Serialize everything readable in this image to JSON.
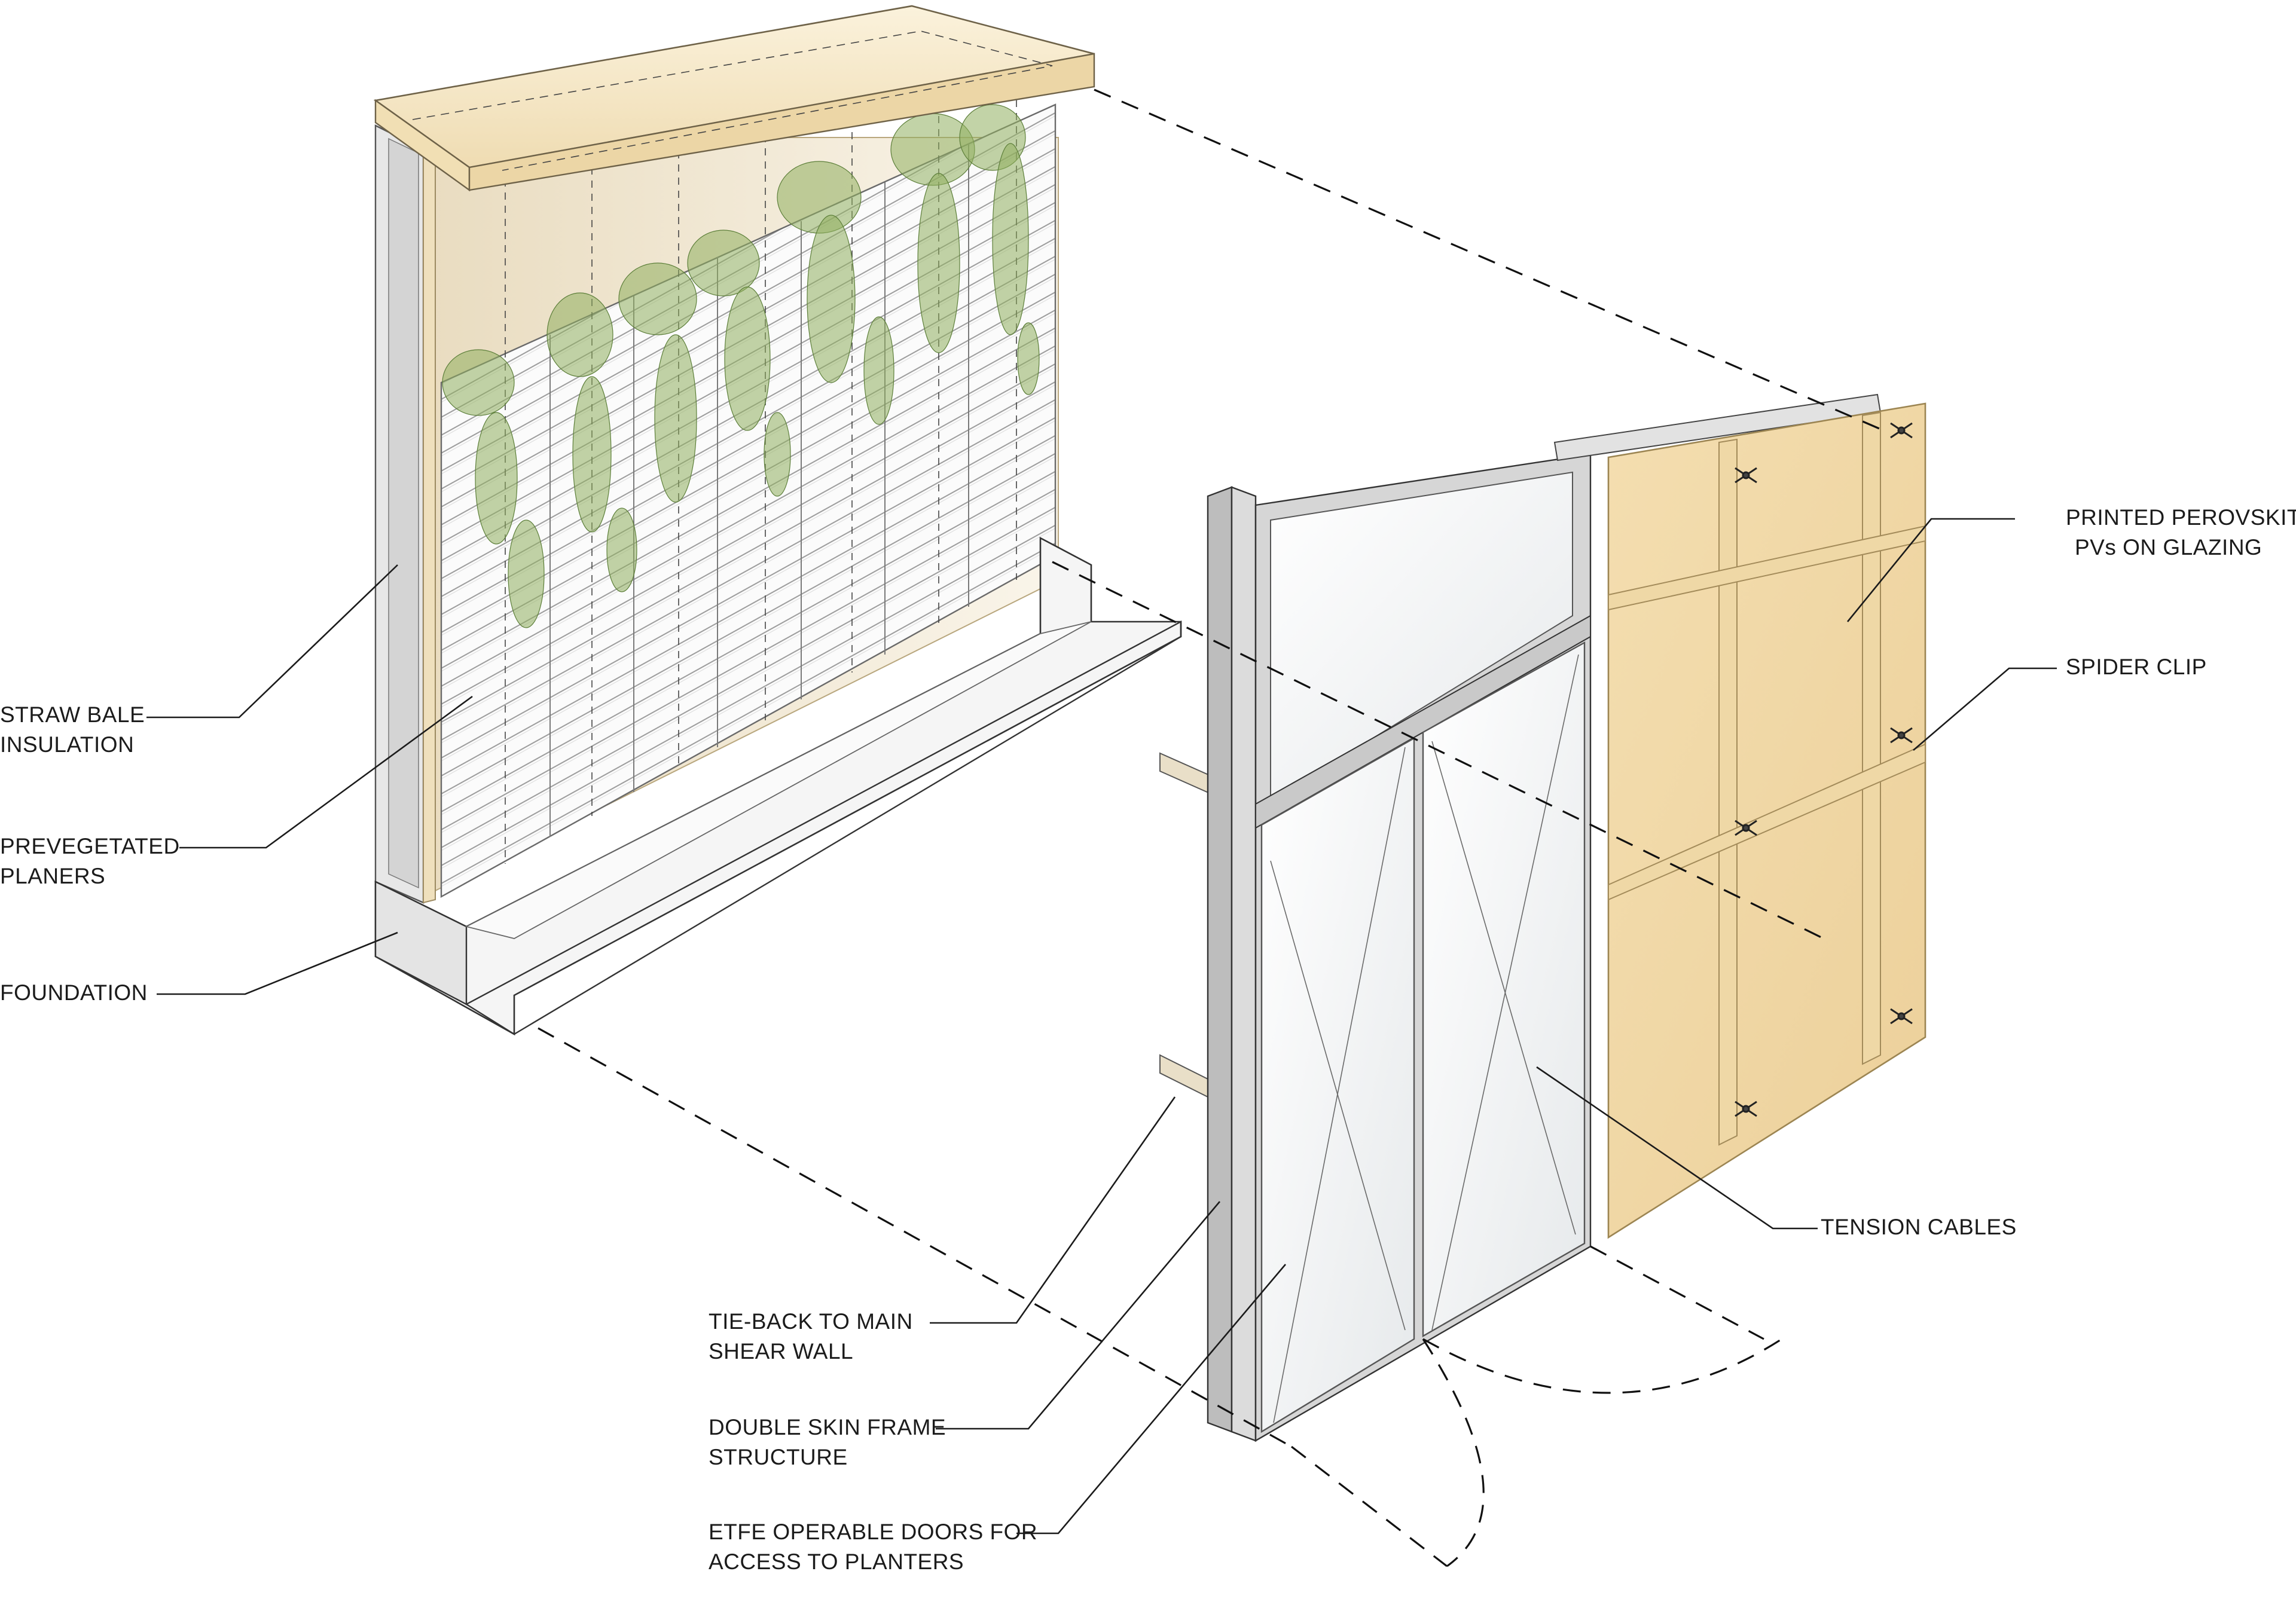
{
  "callouts": {
    "straw_bale": {
      "line1": "STRAW BALE",
      "line2": "INSULATION"
    },
    "prevegetated": {
      "line1": "PREVEGETATED",
      "line2": "PLANERS"
    },
    "foundation": {
      "line1": "FOUNDATION"
    },
    "perovskite": {
      "line1": "PRINTED PEROVSKITE",
      "line2": "PVs ON GLAZING"
    },
    "spider_clip": {
      "line1": "SPIDER CLIP"
    },
    "tension_cables": {
      "line1": "TENSION CABLES"
    },
    "tie_back": {
      "line1": "TIE-BACK TO MAIN",
      "line2": "SHEAR WALL"
    },
    "double_skin": {
      "line1": "DOUBLE SKIN FRAME",
      "line2": "STRUCTURE"
    },
    "etfe_doors": {
      "line1": "ETFE OPERABLE DOORS FOR",
      "line2": "ACCESS TO PLANTERS"
    }
  },
  "colors": {
    "timber": "#f3e4c2",
    "timber_edge": "#c9b48a",
    "pv_panel": "#f1d9a8",
    "pv_edge": "#b89c63",
    "concrete": "#f4f4f4",
    "frame_metal": "#d2d2d2",
    "glass": "#f2f4f5",
    "foliage": "#8fae5e",
    "foliage_dark": "#5d7f3a"
  }
}
